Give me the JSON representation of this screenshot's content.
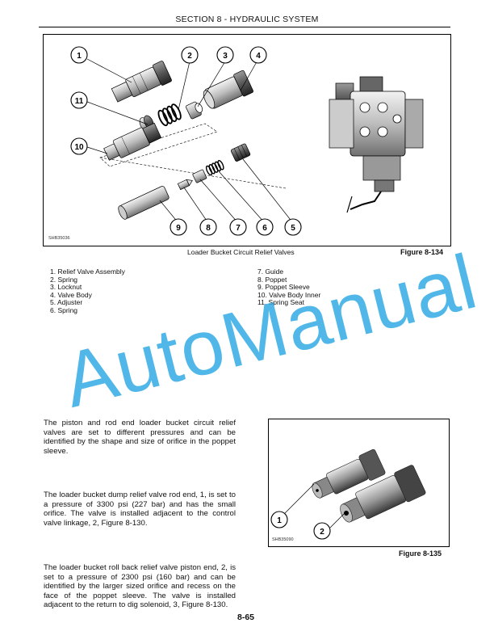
{
  "header": {
    "title": "SECTION 8 - HYDRAULIC SYSTEM"
  },
  "figure134": {
    "code": "SHB35036",
    "caption": "Loader Bucket Circuit Relief Valves",
    "label": "Figure 8-134",
    "callouts": [
      "1",
      "2",
      "3",
      "4",
      "11",
      "10",
      "9",
      "8",
      "7",
      "6",
      "5"
    ]
  },
  "legend": {
    "left": [
      "1. Relief Valve Assembly",
      "2. Spring",
      "3. Locknut",
      "4. Valve Body",
      "5. Adjuster",
      "6. Spring"
    ],
    "right": [
      "7. Guide",
      "8. Poppet",
      "9. Poppet Sleeve",
      "10. Valve Body Inner",
      "11. Spring Seat"
    ]
  },
  "watermark": "AutoManual",
  "paragraphs": [
    "The piston and rod end loader bucket circuit relief valves are set to different pressures and can be identified by the shape and size of orifice in the poppet sleeve.",
    "The loader bucket dump relief valve rod end, 1, is set to a pressure of 3300 psi (227 bar) and has the small orifice. The valve is installed adjacent to the control valve linkage, 2, Figure 8-130.",
    "The loader bucket roll back relief valve piston end, 2, is set to a pressure of 2300 psi (160 bar) and can be identified by the larger sized orifice and recess on the face of the poppet sleeve. The valve is installed adjacent to the return to dig solenoid, 3, Figure 8-130."
  ],
  "figure135": {
    "code": "SHB35090",
    "label": "Figure 8-135",
    "callouts": [
      "1",
      "2"
    ]
  },
  "page_number": "8-65"
}
